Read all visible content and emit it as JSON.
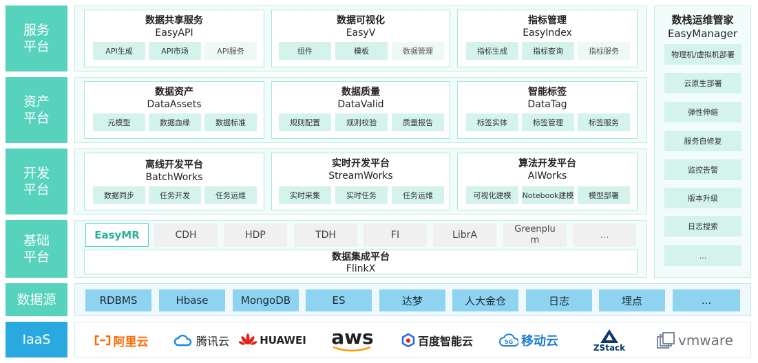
{
  "layers": {
    "service": "服务\n平台",
    "asset": "资产\n平台",
    "dev": "开发\n平台",
    "base": "基础\n平台",
    "datasource": "数据源",
    "iaas": "IaaS"
  },
  "service": [
    {
      "title": "数据共享服务",
      "sub": "EasyAPI",
      "chips": [
        "API生成",
        "API市场",
        "API服务"
      ]
    },
    {
      "title": "数据可视化",
      "sub": "EasyV",
      "chips": [
        "组件",
        "模板",
        "数据管理"
      ]
    },
    {
      "title": "指标管理",
      "sub": "EasyIndex",
      "chips": [
        "指标生成",
        "指标查询",
        "指标服务"
      ]
    }
  ],
  "asset": [
    {
      "title": "数据资产",
      "sub": "DataAssets",
      "chips": [
        "元模型",
        "数据血缘",
        "数据标准"
      ]
    },
    {
      "title": "数据质量",
      "sub": "DataValid",
      "chips": [
        "规则配置",
        "规则校验",
        "质量报告"
      ]
    },
    {
      "title": "智能标签",
      "sub": "DataTag",
      "chips": [
        "标签实体",
        "标签管理",
        "标签服务"
      ]
    }
  ],
  "dev": [
    {
      "title": "离线开发平台",
      "sub": "BatchWorks",
      "chips": [
        "数据同步",
        "任务开发",
        "任务运维"
      ]
    },
    {
      "title": "实时开发平台",
      "sub": "StreamWorks",
      "chips": [
        "实时采集",
        "实时任务",
        "任务运维"
      ]
    },
    {
      "title": "算法开发平台",
      "sub": "AIWorks",
      "chips": [
        "可视化建模",
        "Notebook建模",
        "模型部署"
      ]
    }
  ],
  "base": {
    "items": [
      "EasyMR",
      "CDH",
      "HDP",
      "TDH",
      "FI",
      "LibrA",
      "Greenplu\nm",
      "..."
    ],
    "integration_title": "数据集成平台",
    "integration_sub": "FlinkX"
  },
  "datasources": [
    "RDBMS",
    "Hbase",
    "MongoDB",
    "ES",
    "达梦",
    "人大金仓",
    "日志",
    "埋点",
    "..."
  ],
  "iaas": [
    "阿里云",
    "腾讯云",
    "HUAWEI",
    "aws",
    "百度智能云",
    "移动云",
    "ZStack",
    "vmware"
  ],
  "easymanager": {
    "title": "数栈运维管家",
    "sub": "EasyManager",
    "items": [
      "物理机/虚拟机部署",
      "云原生部署",
      "弹性伸缩",
      "服务自修复",
      "监控告警",
      "版本升级",
      "日志搜索",
      "..."
    ]
  },
  "colors": {
    "layer": "#56d2bd",
    "datasource": "#8ed3f0",
    "iaas_label": "#2aa9e0",
    "chip": "#d3f3ec"
  }
}
